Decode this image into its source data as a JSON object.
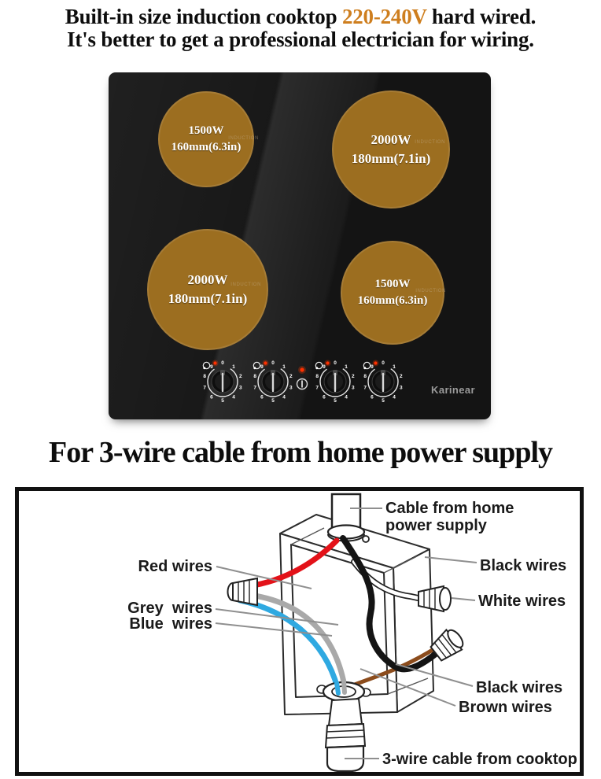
{
  "title": {
    "line1_before": "Built-in size induction cooktop ",
    "line1_highlight": "220-240V",
    "line1_after": " hard wired.",
    "line2": "It's better to get a professional electrician for wiring.",
    "highlight_color": "#CE7E1E"
  },
  "cooktop": {
    "brand": "Karinear",
    "brand_color": "#9A9A9A",
    "burner_color": "#9C6E20",
    "watermark": "INDUCTION",
    "burners": [
      {
        "position": "top-left",
        "power": "1500W",
        "size": "160mm(6.3in)"
      },
      {
        "position": "top-right",
        "power": "2000W",
        "size": "180mm(7.1in)"
      },
      {
        "position": "bottom-left",
        "power": "2000W",
        "size": "180mm(7.1in)"
      },
      {
        "position": "bottom-right",
        "power": "1500W",
        "size": "160mm(6.3in)"
      }
    ],
    "knob_numbers": [
      "0",
      "1",
      "2",
      "3",
      "4",
      "5",
      "6",
      "7",
      "8",
      "9"
    ],
    "knob_count": 4
  },
  "section_title": "For 3-wire cable from home power supply",
  "wiring_diagram": {
    "labels": {
      "cable_from_home_line1": "Cable from home",
      "cable_from_home_line2": "power supply",
      "red_wires": "Red wires",
      "grey_wires": "Grey  wires",
      "blue_wires": "Blue  wires",
      "black_wires_top": "Black wires",
      "white_wires": "White wires",
      "black_wires_bottom": "Black wires",
      "brown_wires": "Brown wires",
      "cooktop_cable": "3-wire cable from cooktop"
    },
    "wire_colors": {
      "red": "#E31219",
      "grey": "#A9A9A9",
      "blue": "#2FA9E1",
      "black": "#141414",
      "brown": "#8C4C1C",
      "white": "#FFFFFF"
    }
  }
}
